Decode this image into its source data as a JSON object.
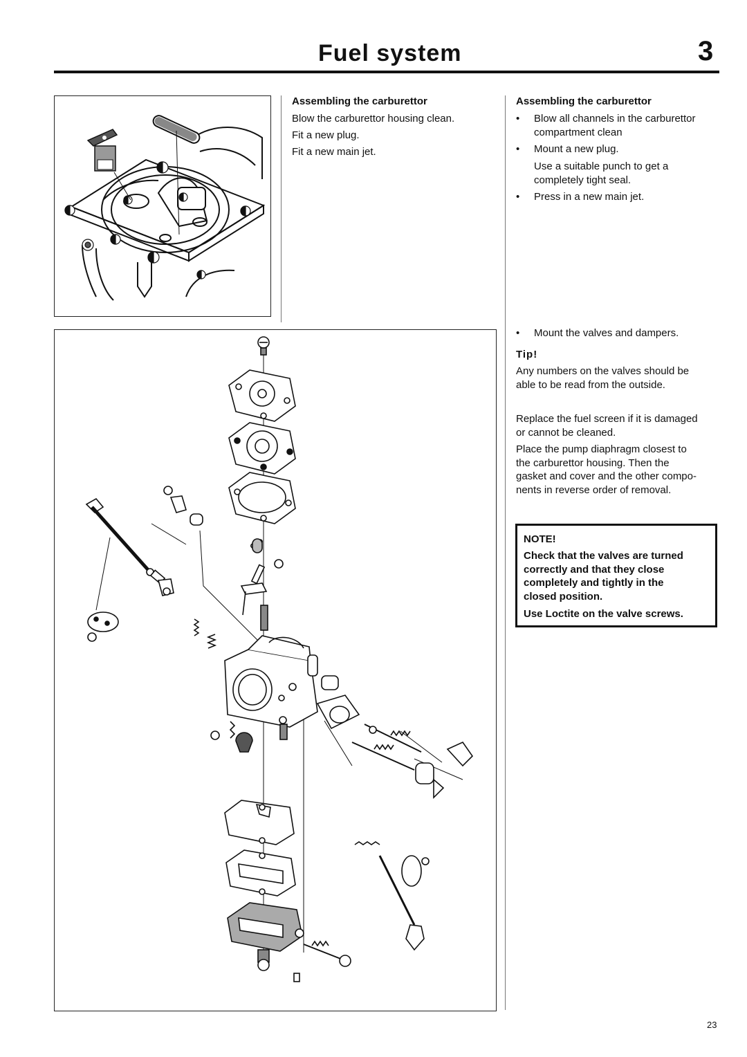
{
  "header": {
    "title": "Fuel system",
    "chapter": "3"
  },
  "middle": {
    "heading": "Assembling the carburettor",
    "lines": [
      "Blow the carburettor housing clean.",
      "Fit a new plug.",
      "Fit a new main jet."
    ]
  },
  "right": {
    "heading": "Assembling the carburettor",
    "bullet1": [
      "Blow all channels in the carburettor",
      "compartment clean"
    ],
    "bullet2": "Mount a new plug.",
    "bullet2_sub": [
      "Use a suitable punch to get a",
      "completely tight seal."
    ],
    "bullet3": "Press in a new main jet.",
    "bullet4": "Mount the valves and dampers.",
    "tip_label": "Tip!",
    "tip_text": [
      "Any numbers on the valves should be",
      "able to be read from the outside."
    ],
    "para1": [
      "Replace the fuel screen if it is damaged",
      "or cannot be cleaned."
    ],
    "para2": [
      "Place the pump diaphragm closest to",
      "the carburettor housing. Then the",
      "gasket and cover and the other compo-",
      "nents in reverse order of removal."
    ]
  },
  "note": {
    "label": "NOTE!",
    "text": [
      "Check that the valves are turned",
      "correctly and that they close",
      "completely and tightly in the",
      "closed position."
    ],
    "text2": "Use Loctite on the valve screws."
  },
  "footer": {
    "page_number": "23"
  },
  "icons": {
    "bullet": "•"
  }
}
